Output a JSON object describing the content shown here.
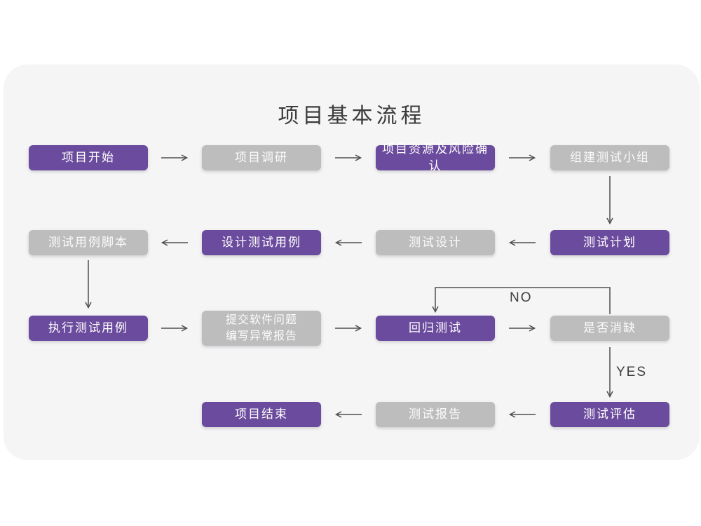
{
  "title": "项目基本流程",
  "nodes": [
    {
      "id": "project-start",
      "label": "项目开始",
      "variant": "purple"
    },
    {
      "id": "project-research",
      "label": "项目调研",
      "variant": "gray"
    },
    {
      "id": "resource-risk-confirm",
      "label": "项目资源及风险确认",
      "variant": "purple"
    },
    {
      "id": "build-test-team",
      "label": "组建测试小组",
      "variant": "gray"
    },
    {
      "id": "test-case-script",
      "label": "测试用例脚本",
      "variant": "gray"
    },
    {
      "id": "design-test-case",
      "label": "设计测试用例",
      "variant": "purple"
    },
    {
      "id": "test-design",
      "label": "测试设计",
      "variant": "gray"
    },
    {
      "id": "test-plan",
      "label": "测试计划",
      "variant": "purple"
    },
    {
      "id": "execute-test-case",
      "label": "执行测试用例",
      "variant": "purple"
    },
    {
      "id": "submit-issue-report",
      "label": "提交软件问题\n编写异常报告",
      "variant": "gray"
    },
    {
      "id": "regression-test",
      "label": "回归测试",
      "variant": "purple"
    },
    {
      "id": "defect-cleared",
      "label": "是否消缺",
      "variant": "gray"
    },
    {
      "id": "project-end",
      "label": "项目结束",
      "variant": "purple"
    },
    {
      "id": "test-report",
      "label": "测试报告",
      "variant": "gray"
    },
    {
      "id": "test-evaluation",
      "label": "测试评估",
      "variant": "purple"
    }
  ],
  "labels": {
    "no": "NO",
    "yes": "YES"
  },
  "edges": [
    {
      "from": "项目开始",
      "to": "项目调研"
    },
    {
      "from": "项目调研",
      "to": "项目资源及风险确认"
    },
    {
      "from": "项目资源及风险确认",
      "to": "组建测试小组"
    },
    {
      "from": "组建测试小组",
      "to": "测试计划"
    },
    {
      "from": "测试计划",
      "to": "测试设计"
    },
    {
      "from": "测试设计",
      "to": "设计测试用例"
    },
    {
      "from": "设计测试用例",
      "to": "测试用例脚本"
    },
    {
      "from": "测试用例脚本",
      "to": "执行测试用例"
    },
    {
      "from": "执行测试用例",
      "to": "提交软件问题编写异常报告"
    },
    {
      "from": "提交软件问题编写异常报告",
      "to": "回归测试"
    },
    {
      "from": "回归测试",
      "to": "是否消缺"
    },
    {
      "from": "是否消缺",
      "to": "回归测试",
      "label": "NO"
    },
    {
      "from": "是否消缺",
      "to": "测试评估",
      "label": "YES"
    },
    {
      "from": "测试评估",
      "to": "测试报告"
    },
    {
      "from": "测试报告",
      "to": "项目结束"
    }
  ],
  "colors": {
    "purple_box": "#6b4b9d",
    "gray_box": "#bdbdbd",
    "card_bg": "#f5f5f6",
    "arrow": "#4f4f4f",
    "title_text": "#3c3c3c"
  }
}
